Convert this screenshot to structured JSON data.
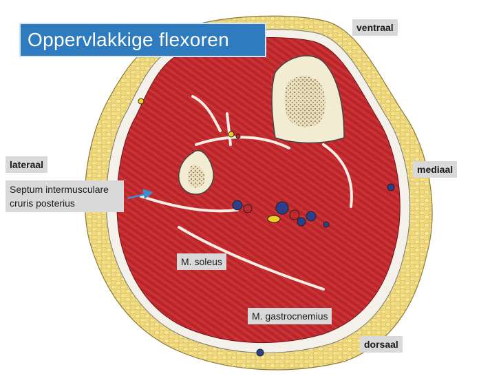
{
  "title": "Oppervlakkige flexoren",
  "labels": {
    "ventraal": "ventraal",
    "mediaal": "mediaal",
    "dorsaal": "dorsaal",
    "lateraal": "lateraal",
    "septum": "Septum intermusculare cruris posterius",
    "soleus": "M. soleus",
    "gastrocnemius": "M. gastrocnemius"
  },
  "colors": {
    "title_bg": "#2f7bbf",
    "label_bg": "#d9d9d9",
    "muscle": "#c0282c",
    "fat": "#f0d97a",
    "bone": "#f2ecd2",
    "arrow": "#3a8fd0"
  }
}
